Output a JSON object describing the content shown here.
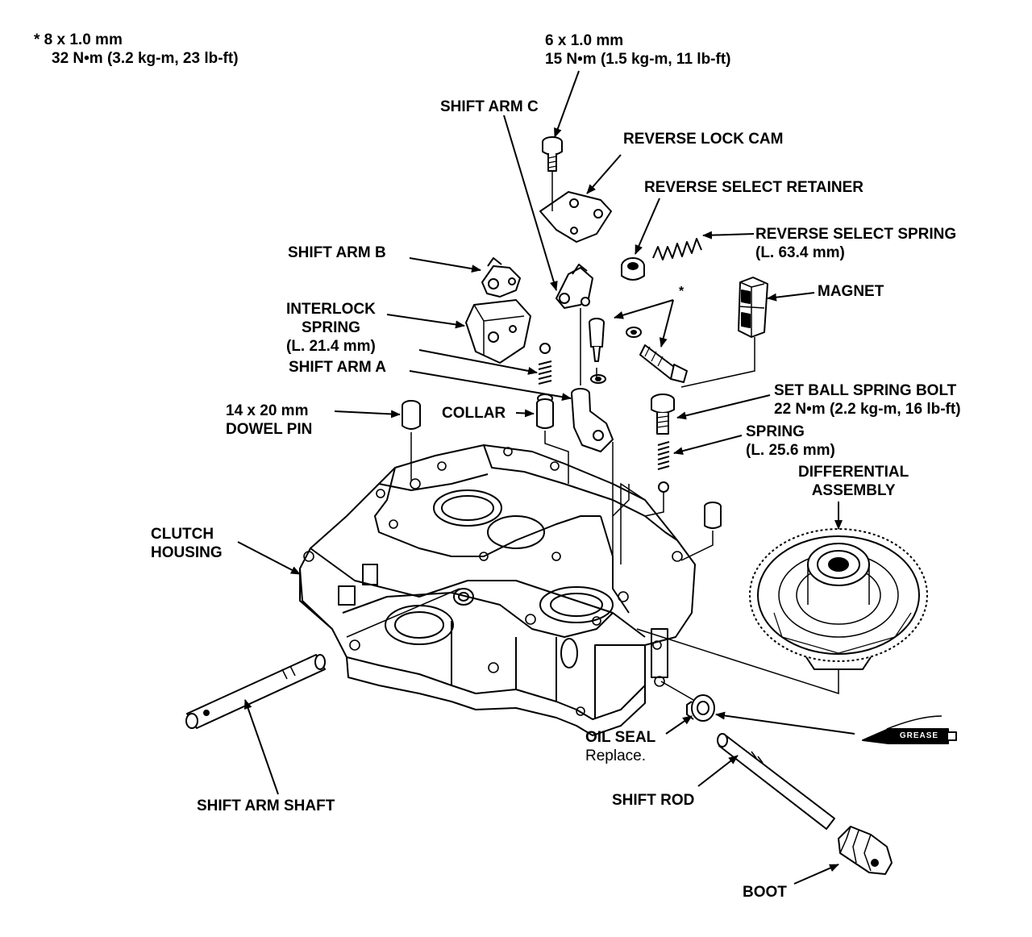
{
  "labels": {
    "star_bolt_spec": {
      "l1": "* 8 x 1.0 mm",
      "l2": "32 N•m (3.2 kg-m, 23 lb-ft)"
    },
    "bolt_spec_c": {
      "l1": "6 x 1.0 mm",
      "l2": "15 N•m (1.5 kg-m, 11 lb-ft)"
    },
    "shift_arm_c": "SHIFT ARM C",
    "reverse_lock_cam": "REVERSE LOCK CAM",
    "reverse_select_retainer": "REVERSE SELECT RETAINER",
    "reverse_select_spring": {
      "l1": "REVERSE SELECT SPRING",
      "l2": "(L. 63.4 mm)"
    },
    "shift_arm_b": "SHIFT ARM B",
    "magnet": "MAGNET",
    "asterisk": "*",
    "interlock_spring": {
      "l1": "INTERLOCK",
      "l2": "SPRING",
      "l3": "(L. 21.4 mm)"
    },
    "shift_arm_a": "SHIFT ARM A",
    "set_ball_spring_bolt": {
      "l1": "SET BALL SPRING BOLT",
      "l2": "22 N•m (2.2 kg-m, 16 lb-ft)"
    },
    "dowel_pin": {
      "l1": "14 x 20 mm",
      "l2": "DOWEL PIN"
    },
    "collar": "COLLAR",
    "spring": {
      "l1": "SPRING",
      "l2": "(L. 25.6 mm)"
    },
    "differential_assembly": {
      "l1": "DIFFERENTIAL",
      "l2": "ASSEMBLY"
    },
    "clutch_housing": {
      "l1": "CLUTCH",
      "l2": "HOUSING"
    },
    "oil_seal": {
      "l1": "OIL SEAL",
      "l2": "Replace."
    },
    "shift_arm_shaft": "SHIFT ARM SHAFT",
    "shift_rod": "SHIFT ROD",
    "boot": "BOOT",
    "grease": "GREASE"
  }
}
